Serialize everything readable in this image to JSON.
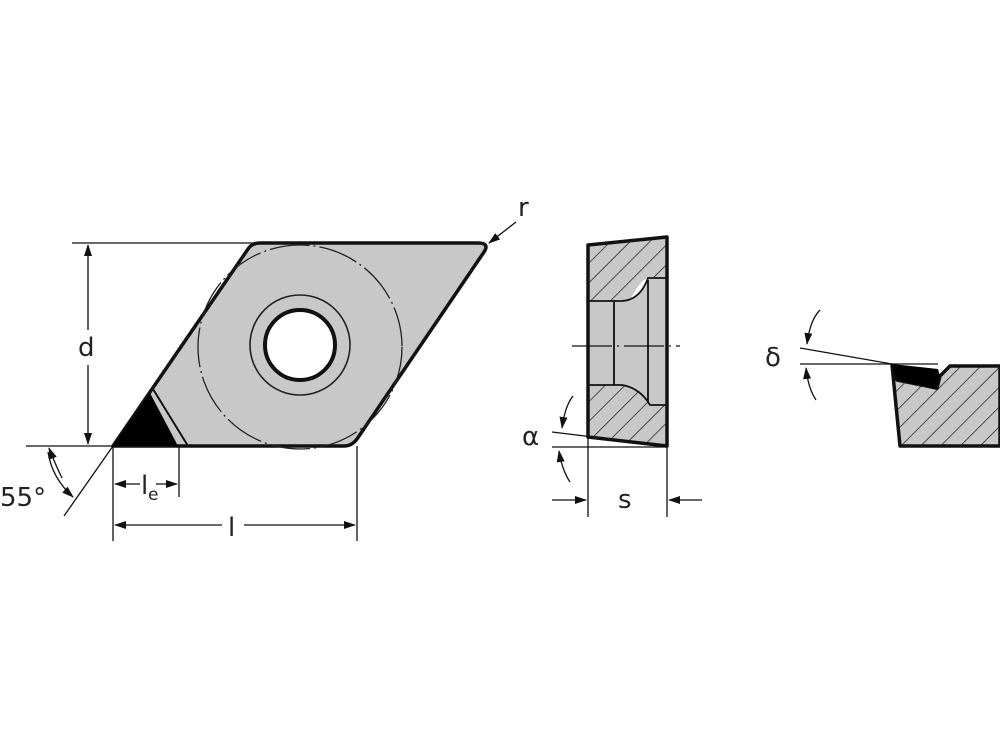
{
  "colors": {
    "fill": "#c8c8c8",
    "stroke": "#111111",
    "tip": "#000000"
  },
  "labels": {
    "d": "d",
    "angle": "55°",
    "le_main": "l",
    "le_sub": "e",
    "l": "l",
    "r": "r",
    "s": "s",
    "alpha": "α",
    "delta": "δ"
  }
}
